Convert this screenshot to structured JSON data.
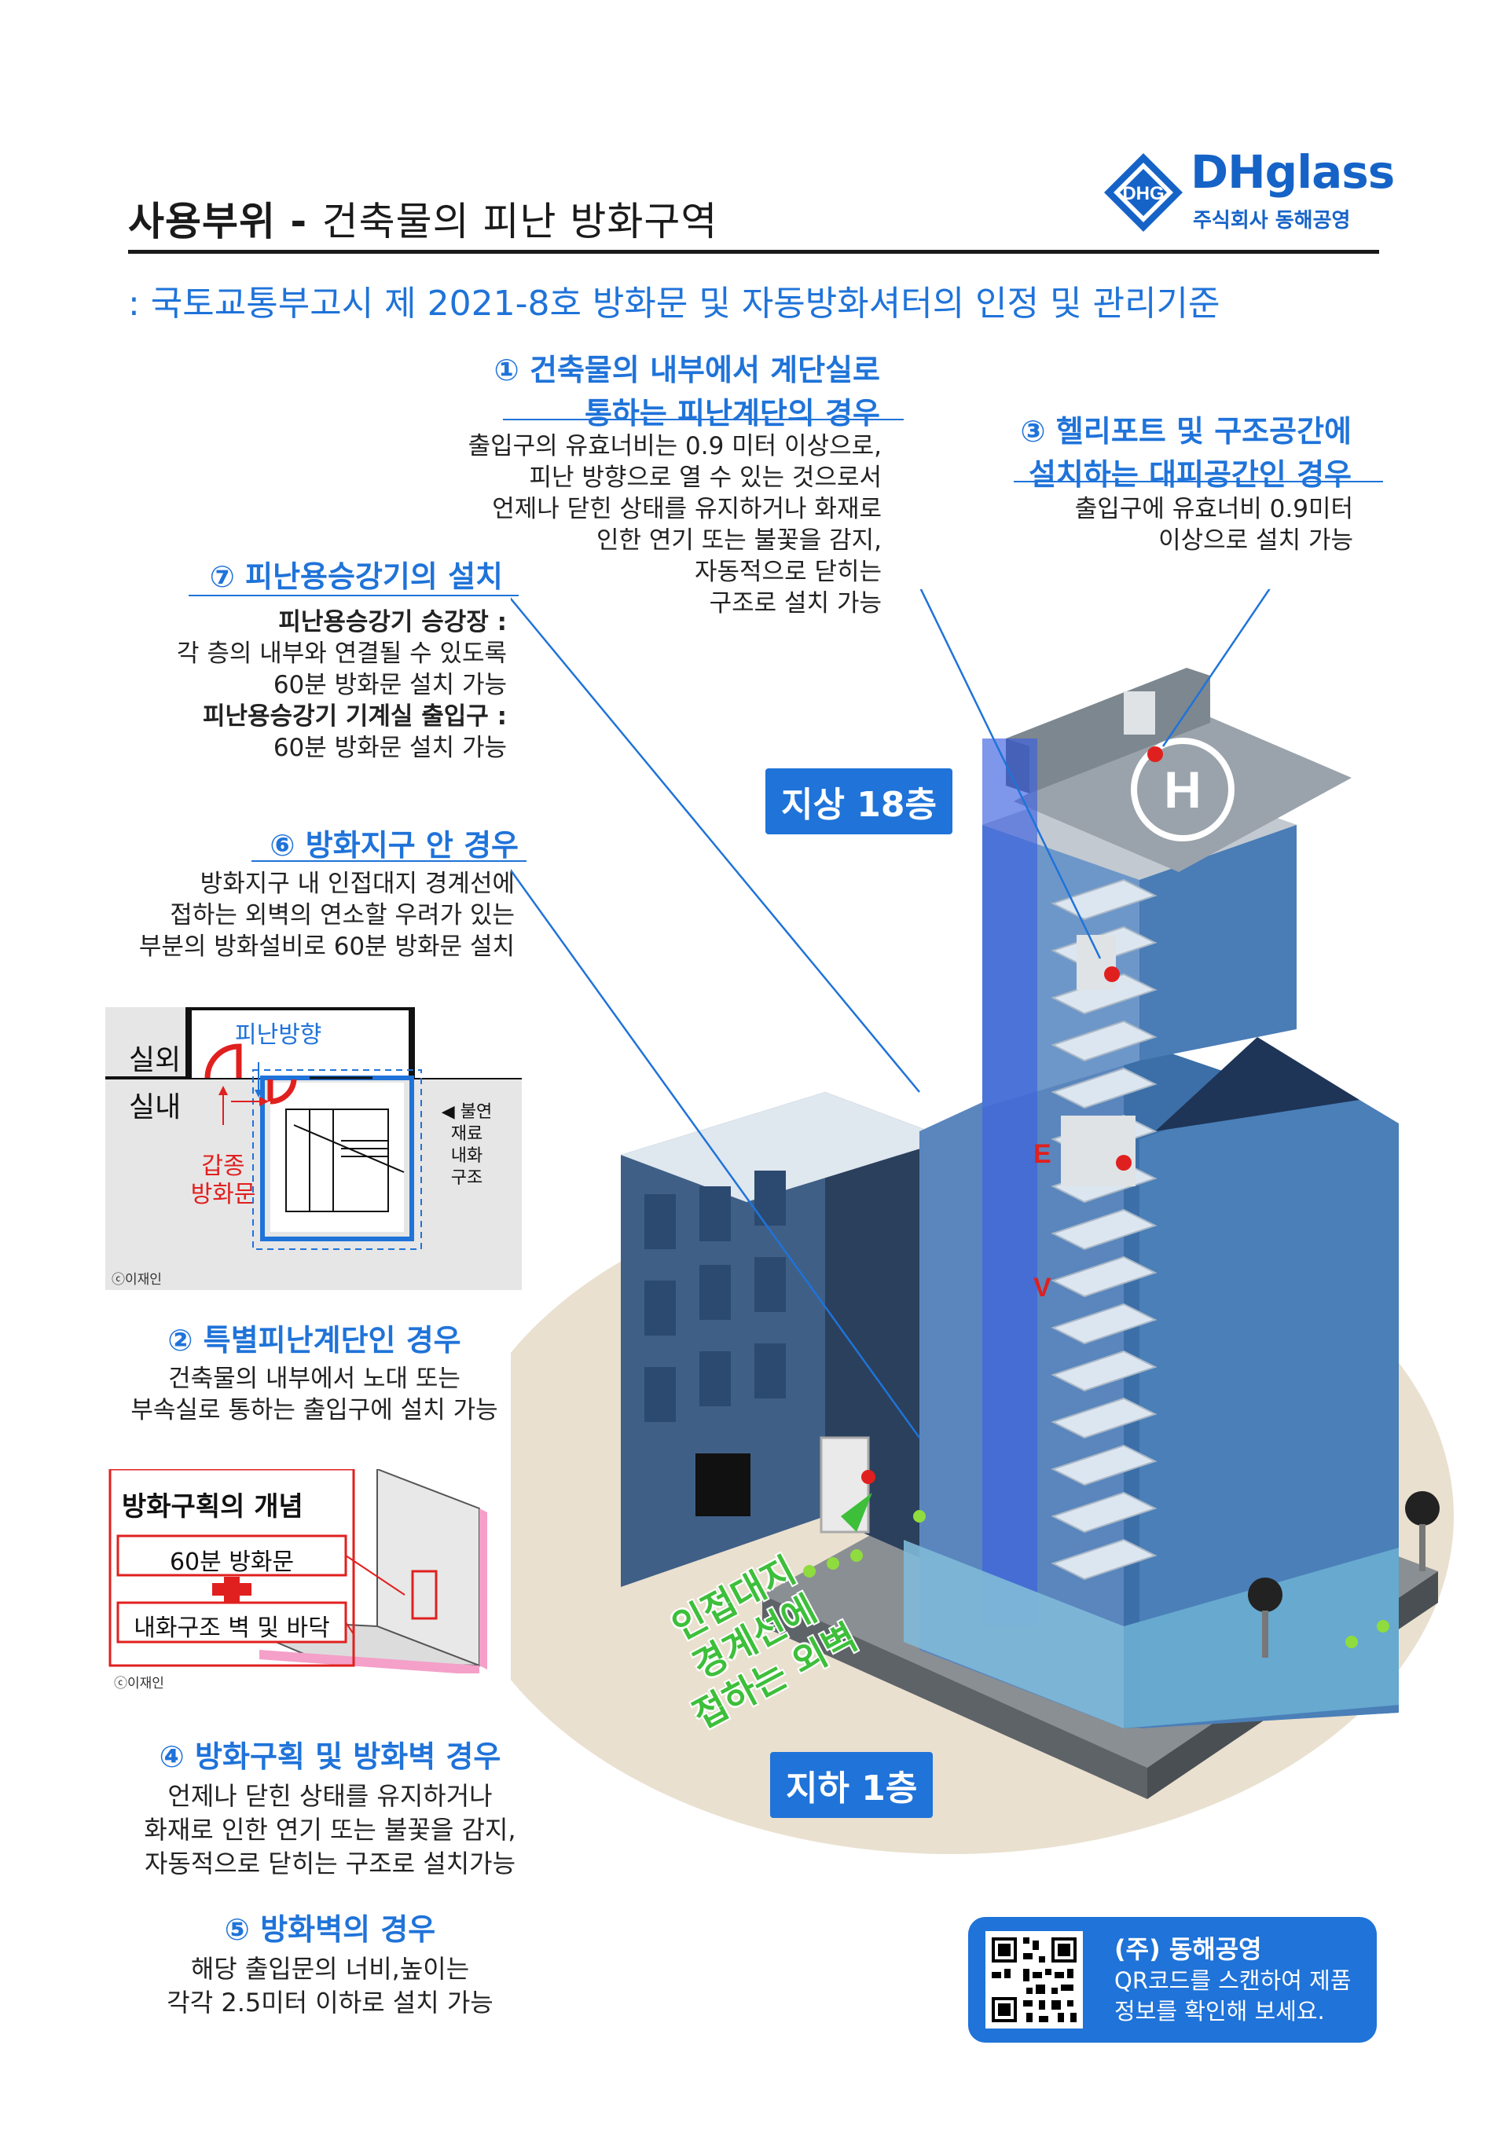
{
  "header": {
    "title_bold": "사용부위 -",
    "title_rest": "건축물의 피난 방화구역",
    "subtitle": ": 국토교통부고시 제 2021-8호 방화문 및 자동방화셔터의 인정 및 관리기준"
  },
  "logo": {
    "badge": "DHG",
    "brand": "DHglass",
    "corp_prefix": "주식회사",
    "corp_name": "동해공영"
  },
  "sections": {
    "s1": {
      "title_line1": "① 건축물의 내부에서 계단실로",
      "title_line2": "통하는 피난계단의 경우",
      "body": [
        "출입구의 유효너비는 0.9 미터 이상으로,",
        "피난 방향으로 열 수 있는 것으로서",
        "언제나 닫힌 상태를 유지하거나 화재로",
        "인한 연기 또는 불꽃을 감지,",
        "자동적으로 닫히는",
        "구조로 설치 가능"
      ]
    },
    "s3": {
      "title_line1": "③ 헬리포트 및 구조공간에",
      "title_line2": "설치하는 대피공간인 경우",
      "body": [
        "출입구에 유효너비 0.9미터",
        "이상으로 설치 가능"
      ]
    },
    "s7": {
      "title": "⑦ 피난용승강기의 설치",
      "label1": "피난용승강기 승강장 :",
      "body1": [
        "각 층의 내부와 연결될 수 있도록",
        "60분 방화문 설치 가능"
      ],
      "label2": "피난용승강기 기계실 출입구 :",
      "body2": [
        "60분 방화문 설치 가능"
      ]
    },
    "s6": {
      "title": "⑥ 방화지구 안 경우",
      "body": [
        "방화지구 내 인접대지 경계선에",
        "접하는 외벽의 연소할 우려가 있는",
        "부분의 방화설비로 60분 방화문 설치"
      ]
    },
    "s2": {
      "title": "② 특별피난계단인 경우",
      "body": [
        "건축물의 내부에서 노대 또는",
        "부속실로 통하는 출입구에 설치 가능"
      ]
    },
    "s4": {
      "title": "④ 방화구획 및 방화벽 경우",
      "body": [
        "언제나 닫힌 상태를 유지하거나",
        "화재로 인한 연기 또는 불꽃을 감지,",
        "자동적으로 닫히는 구조로 설치가능"
      ]
    },
    "s5": {
      "title": "⑤ 방화벽의 경우",
      "body": [
        "해당 출입문의 너비,높이는",
        "각각 2.5미터 이하로 설치 가능"
      ]
    }
  },
  "diagram_stair": {
    "outside": "실외",
    "inside": "실내",
    "direction": "피난방향",
    "door_type": [
      "갑종",
      "방화문"
    ],
    "material": [
      "◀ 불연",
      "재료",
      "내화",
      "구조"
    ],
    "credit": "ⓒ이재인"
  },
  "diagram_concept": {
    "heading": "방화구획의 개념",
    "item1": "60분 방화문",
    "plus": "+",
    "item2": "내화구조 벽 및 바닥",
    "credit": "ⓒ이재인"
  },
  "illustration": {
    "floor_top": "지상 18층",
    "floor_bottom": "지하 1층",
    "wall_label": [
      "인접대지",
      "경계선에",
      "접하는 외벽"
    ],
    "elevator_letters": [
      "E",
      "V"
    ],
    "heli": "H"
  },
  "qr": {
    "company": "(주) 동해공영",
    "line1": "QR코드를 스캔하여 제품",
    "line2": "정보를 확인해 보세요."
  },
  "colors": {
    "accent": "#1f73d9",
    "red": "#e0201f",
    "green": "#3dbf3a"
  }
}
